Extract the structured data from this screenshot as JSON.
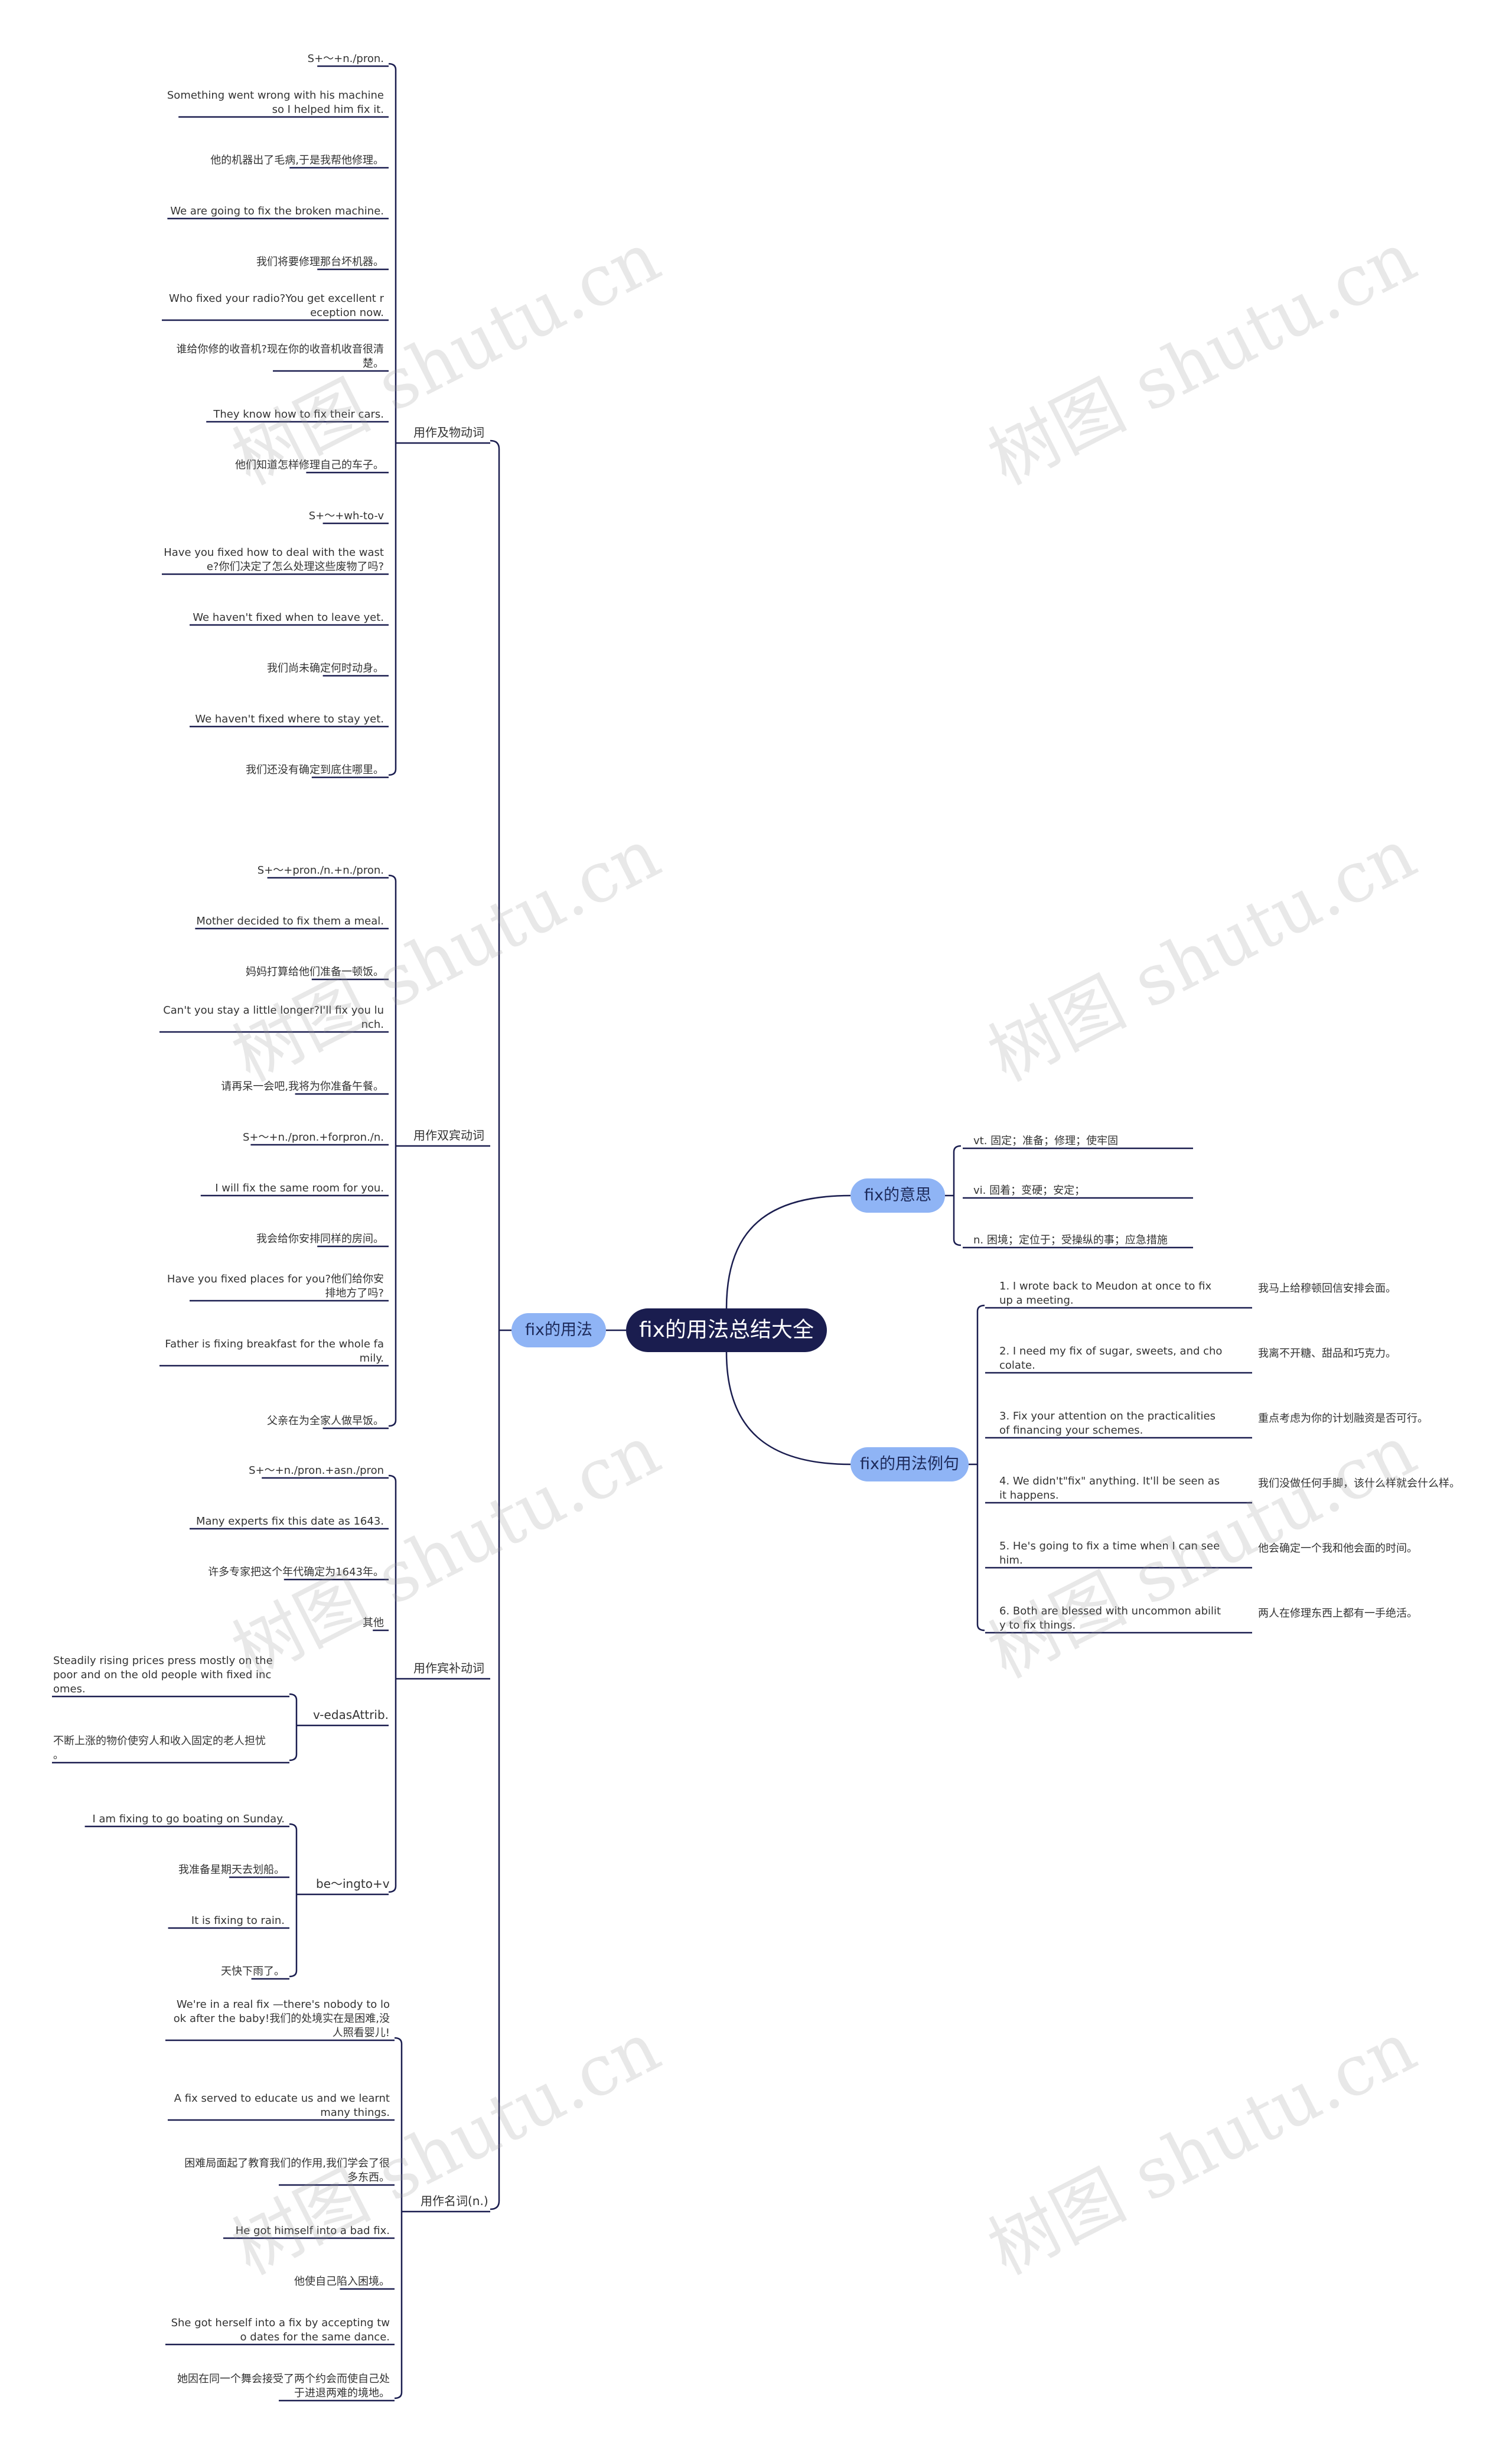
{
  "root": {
    "label": "fix的用法总结大全"
  },
  "left_branch": {
    "label": "fix的用法",
    "groups": [
      {
        "label": "用作及物动词",
        "items": [
          "S+～+n./pron.",
          "Something went wrong with his machine\nso I helped him fix it.",
          "他的机器出了毛病,于是我帮他修理。",
          "We are going to fix the broken machine.",
          "我们将要修理那台坏机器。",
          "Who fixed your radio?You get excellent r\neception now.",
          "谁给你修的收音机?现在你的收音机收音很清\n楚。",
          "They know how to fix their cars.",
          "他们知道怎样修理自己的车子。",
          "S+～+wh-to-v",
          "Have you fixed how to deal with the wast\ne?你们决定了怎么处理这些废物了吗?",
          "We haven't fixed when to leave yet.",
          "我们尚未确定何时动身。",
          "We haven't fixed where to stay yet.",
          "我们还没有确定到底住哪里。"
        ]
      },
      {
        "label": "用作双宾动词",
        "items": [
          "S+～+pron./n.+n./pron.",
          "Mother decided to fix them a meal.",
          "妈妈打算给他们准备一顿饭。",
          "Can't you stay a little longer?I'll fix you lu\nnch.",
          "请再呆一会吧,我将为你准备午餐。",
          "S+～+n./pron.+forpron./n.",
          "I will fix the same room for you.",
          "我会给你安排同样的房间。",
          "Have you fixed places for you?他们给你安\n排地方了吗?",
          "Father is fixing breakfast for the whole fa\nmily.",
          "父亲在为全家人做早饭。"
        ]
      },
      {
        "label": "用作宾补动词",
        "items": [
          "S+～+n./pron.+asn./pron",
          "Many experts fix this date as 1643.",
          "许多专家把这个年代确定为1643年。",
          "其他"
        ],
        "subgroups": [
          {
            "label": "v-edasAttrib.",
            "items": [
              "Steadily rising prices press mostly on the\npoor and on the old people with fixed inc\nomes.",
              "不断上涨的物价使穷人和收入固定的老人担忧\n。"
            ]
          },
          {
            "label": "be～ingto+v",
            "items": [
              "I am fixing to go boating on Sunday.",
              "我准备星期天去划船。",
              "It is fixing to rain.",
              "天快下雨了。"
            ]
          }
        ]
      },
      {
        "label": "用作名词(n.)",
        "items": [
          "We're in a real fix —there's nobody to lo\nok after the baby!我们的处境实在是困难,没\n人照看婴儿!",
          "A fix served to educate us and we learnt\nmany things.",
          "困难局面起了教育我们的作用,我们学会了很\n多东西。",
          "He got himself into a bad fix.",
          "他使自己陷入困境。",
          "She got herself into a fix by accepting tw\no dates for the same dance.",
          "她因在同一个舞会接受了两个约会而使自己处\n于进退两难的境地。"
        ]
      }
    ]
  },
  "meaning_branch": {
    "label": "fix的意思",
    "items": [
      "vt. 固定；准备；修理；使牢固",
      "vi. 固着；变硬；安定；",
      "n. 困境；定位于；受操纵的事；应急措施"
    ]
  },
  "example_branch": {
    "label": "fix的用法例句",
    "items": [
      {
        "en": "1. I wrote back to Meudon at once to fix\nup a meeting.",
        "zh": "我马上给穆顿回信安排会面。"
      },
      {
        "en": "2. I need my fix of sugar, sweets, and cho\ncolate.",
        "zh": "我离不开糖、甜品和巧克力。"
      },
      {
        "en": "3. Fix your attention on the practicalities\nof financing your schemes.",
        "zh": "重点考虑为你的计划融资是否可行。"
      },
      {
        "en": "4. We didn't\"fix\" anything. It'll be seen as\nit happens.",
        "zh": "我们没做任何手脚，该什么样就会什么样。"
      },
      {
        "en": "5. He's going to fix a time when I can see\nhim.",
        "zh": "他会确定一个我和他会面的时间。"
      },
      {
        "en": "6. Both are blessed with uncommon abilit\ny to fix things.",
        "zh": "两人在修理东西上都有一手绝活。"
      }
    ]
  },
  "watermark": "树图 shutu.cn"
}
